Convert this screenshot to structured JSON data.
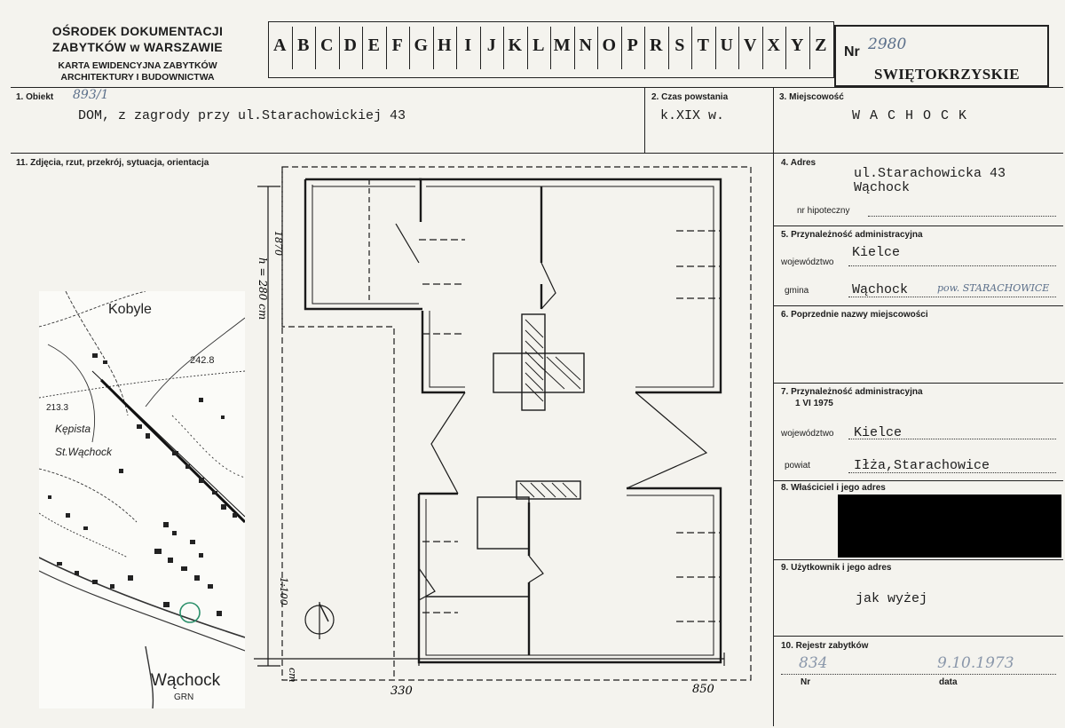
{
  "header": {
    "institution_line1": "OŚRODEK DOKUMENTACJI",
    "institution_line2": "ZABYTKÓW w WARSZAWIE",
    "card_line1": "KARTA EWIDENCYJNA ZABYTKÓW",
    "card_line2": "ARCHITEKTURY I BUDOWNICTWA",
    "letters": [
      "A",
      "B",
      "C",
      "D",
      "E",
      "F",
      "G",
      "H",
      "I",
      "J",
      "K",
      "L",
      "M",
      "N",
      "O",
      "P",
      "R",
      "S",
      "T",
      "U",
      "V",
      "X",
      "Y",
      "Z"
    ],
    "nr_label": "Nr",
    "nr_value": "2980",
    "region": "SWIĘTOKRZYSKIE"
  },
  "fields": {
    "obiekt_label": "1. Obiekt",
    "obiekt_number": "893/1",
    "obiekt_value": "DOM, z zagrody przy ul.Starachowickiej 43",
    "czas_label": "2. Czas powstania",
    "czas_value": "k.XIX w.",
    "miejscowosc_label": "3. Miejscowość",
    "miejscowosc_value": "W A C H O C K",
    "zdjecia_label": "11. Zdjęcia, rzut, przekrój, sytuacja, orientacja",
    "adres_label": "4. Adres",
    "adres_line1": "ul.Starachowicka 43",
    "adres_line2": "Wąchock",
    "hipoteczny_label": "nr hipoteczny",
    "przyn_label": "5. Przynależność administracyjna",
    "woj_label": "województwo",
    "woj_value": "Kielce",
    "gmina_label": "gmina",
    "gmina_value": "Wąchock",
    "gmina_note": "pow. STARACHOWICE",
    "poprzednie_label": "6. Poprzednie nazwy miejscowości",
    "przyn2_label": "7. Przynależność administracyjna",
    "przyn2_date": "1 VI 1975",
    "woj2_label": "województwo",
    "woj2_value": "Kielce",
    "powiat_label": "powiat",
    "powiat_value": "Iłża,Starachowice",
    "wlasciciel_label": "8. Właściciel i jego adres",
    "uzytkownik_label": "9. Użytkownik i jego adres",
    "uzytkownik_value": "jak wyżej",
    "rejestr_label": "10. Rejestr zabytków",
    "rejestr_nr": "834",
    "rejestr_data": "9.10.1973",
    "nr_label": "Nr",
    "data_label": "data"
  },
  "map": {
    "label_kobyle": "Kobyle",
    "label_elev1": "242.8",
    "label_elev2": "213.3",
    "label_kepista": "Kępista",
    "label_stwachock": "St.Wąchock",
    "label_wachock": "Wąchock",
    "label_grn": "GRN"
  },
  "plan": {
    "dim_vertical": "1870",
    "dim_vertical_note": "h = 280 cm",
    "dim_bottom_left": "330",
    "dim_bottom_right": "850",
    "scale_note": "1:100",
    "unit": "cm"
  },
  "colors": {
    "ink": "#1c1c1c",
    "paper": "#f4f3ee",
    "handwriting": "#5b6f8a"
  }
}
